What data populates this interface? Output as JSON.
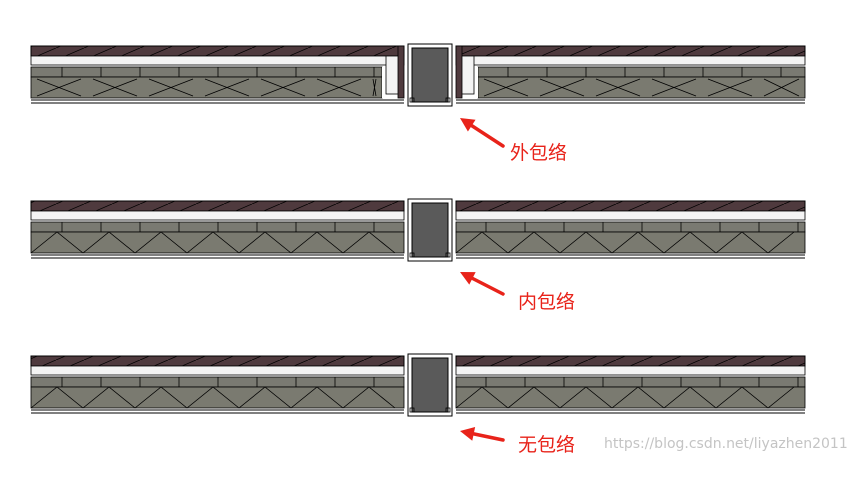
{
  "diagram": {
    "panels": [
      {
        "key": "outer-wrap",
        "label": "外包络"
      },
      {
        "key": "inner-wrap",
        "label": "内包络"
      },
      {
        "key": "no-wrap",
        "label": "无包络"
      }
    ],
    "watermark": "https://blog.csdn.net/liyazhen2011",
    "colors": {
      "outer_layer": "#4f3a3e",
      "insulation": "#f4f4f4",
      "brick": "#7a7a72",
      "core": "#7a7a70",
      "column": "#5a5a5a",
      "arrow": "#e8231a",
      "line": "#000000"
    }
  }
}
